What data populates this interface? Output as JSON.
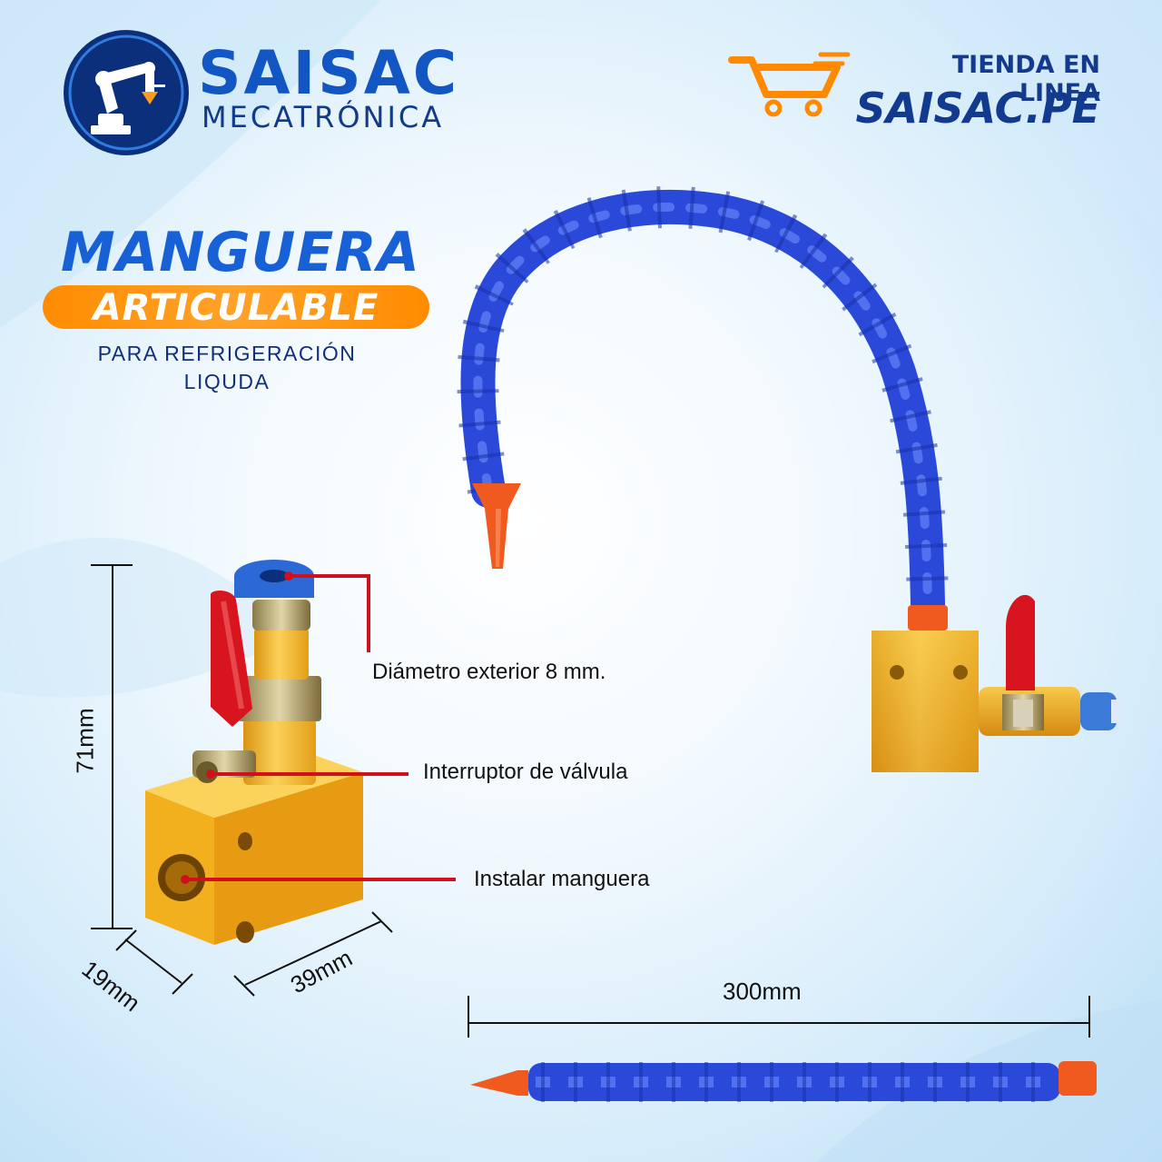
{
  "brand": {
    "name": "SAISAC",
    "subtitle": "MECATRÓNICA",
    "logo_icon": "robot-arm-icon"
  },
  "store": {
    "tagline": "TIENDA EN LINEA",
    "url": "SAISAC.PE",
    "cart_icon": "shopping-cart-icon"
  },
  "product": {
    "title": "MANGUERA",
    "badge": "ARTICULABLE",
    "subtitle_line1": "PARA REFRIGERACIÓN",
    "subtitle_line2": "LIQUDA"
  },
  "callouts": {
    "diameter": "Diámetro exterior 8 mm.",
    "valve": "Interruptor de válvula",
    "install": "Instalar manguera"
  },
  "dimensions": {
    "height": "71mm",
    "depth": "19mm",
    "width": "39mm",
    "hose_length": "300mm"
  },
  "colors": {
    "brand_blue": "#1256c4",
    "navy": "#12307a",
    "accent_orange": "#ff8c00",
    "hose_blue": "#2c4fe0",
    "nozzle_orange": "#f05a1e",
    "brass": "#f0b428",
    "valve_red": "#d8151f",
    "callout_red": "#d0101a"
  }
}
